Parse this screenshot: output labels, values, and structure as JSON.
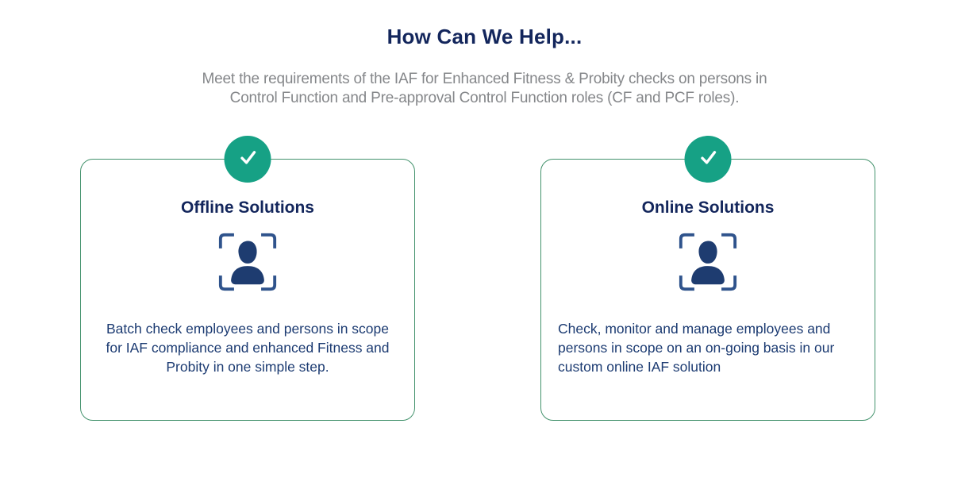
{
  "page": {
    "title": "How Can We Help...",
    "subtitle_line1": "Meet the requirements of the IAF for Enhanced Fitness & Probity checks on persons in",
    "subtitle_line2": "Control Function and Pre-approval Control Function roles (CF and PCF roles)."
  },
  "colors": {
    "heading_navy": "#13265c",
    "body_navy": "#1c3b72",
    "subtitle_gray": "#85878a",
    "badge_green": "#16a185",
    "card_border_green": "#43926c",
    "icon_navy": "#1e3c70",
    "icon_bracket_navy": "#2f538c"
  },
  "cards": [
    {
      "title": "Offline Solutions",
      "body": "Batch check employees and persons in scope for IAF compliance and enhanced Fitness and Probity in one simple step.",
      "badge_icon": "checkmark-icon",
      "icon": "person-scan-icon"
    },
    {
      "title": "Online Solutions",
      "body": "Check, monitor and manage employees and persons in scope on an on-going basis in our custom online IAF solution",
      "badge_icon": "checkmark-icon",
      "icon": "person-scan-icon"
    }
  ]
}
